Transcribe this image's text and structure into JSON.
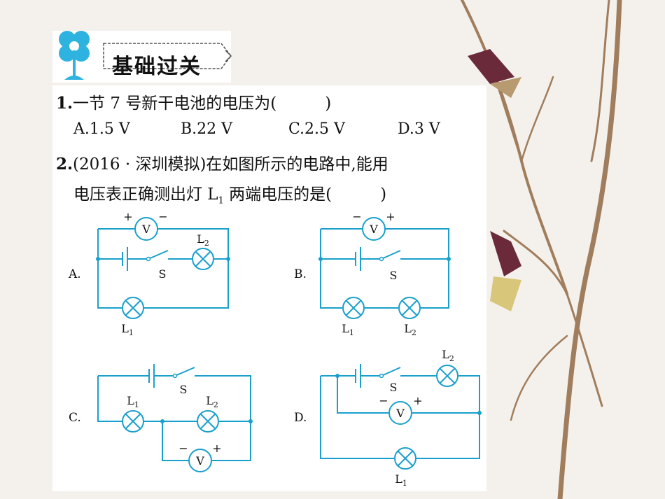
{
  "section": {
    "title": "基础过关"
  },
  "q1": {
    "number": "1.",
    "text": "一节 7 号新干电池的电压为(　　　)",
    "options": [
      "A.1.5 V",
      "B.22 V",
      "C.2.5 V",
      "D.3 V"
    ]
  },
  "q2": {
    "number": "2.",
    "line1": "(2016 · 深圳模拟)在如图所示的电路中,能用",
    "line2_a": "电压表正确测出灯 L",
    "line2_sub": "1",
    "line2_b": " 两端电压的是(　　　)"
  },
  "diagram": {
    "options": [
      "A.",
      "B.",
      "C.",
      "D."
    ],
    "switch_label": "S",
    "meter_label": "V",
    "plus": "+",
    "minus": "−",
    "lamp_prefix": "L",
    "lamp1_sub": "1",
    "lamp2_sub": "2"
  },
  "colors": {
    "wire": "#1aa0cc",
    "text": "#111111",
    "icon": "#2eb3e0"
  }
}
